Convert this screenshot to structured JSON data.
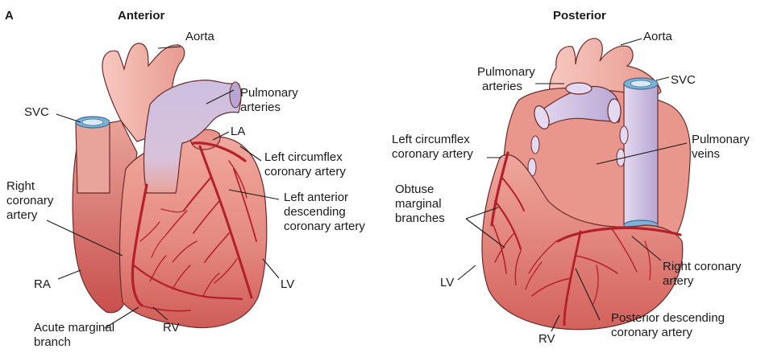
{
  "panel_letter": "A",
  "anterior": {
    "title": "Anterior",
    "labels": {
      "aorta": "Aorta",
      "pulmonary_arteries_1": "Pulmonary",
      "pulmonary_arteries_2": "arteries",
      "svc": "SVC",
      "la": "LA",
      "lcx_1": "Left circumflex",
      "lcx_2": "coronary artery",
      "lad_1": "Left anterior",
      "lad_2": "descending",
      "lad_3": "coronary artery",
      "rca_1": "Right",
      "rca_2": "coronary",
      "rca_3": "artery",
      "ra": "RA",
      "lv": "LV",
      "rv": "RV",
      "acute_1": "Acute marginal",
      "acute_2": "branch"
    }
  },
  "posterior": {
    "title": "Posterior",
    "labels": {
      "aorta": "Aorta",
      "pulmonary_arteries_1": "Pulmonary",
      "pulmonary_arteries_2": "arteries",
      "svc": "SVC",
      "lcx_1": "Left circumflex",
      "lcx_2": "coronary artery",
      "pv_1": "Pulmonary",
      "pv_2": "veins",
      "om_1": "Obtuse",
      "om_2": "marginal",
      "om_3": "branches",
      "lv": "LV",
      "rca_1": "Right coronary",
      "rca_2": "artery",
      "pda_1": "Posterior descending",
      "pda_2": "coronary artery",
      "rv": "RV"
    }
  },
  "colors": {
    "heart_light": "#f2b8ad",
    "heart_mid": "#e58a80",
    "heart_dark": "#c9504c",
    "vessel_pink": "#f3b6ac",
    "vein_lavender": "#cdbfe0",
    "vein_lavender_dark": "#a898c8",
    "svc_rim": "#7fb0d6",
    "artery": "#b3202a",
    "outline": "#6e2a2a"
  }
}
